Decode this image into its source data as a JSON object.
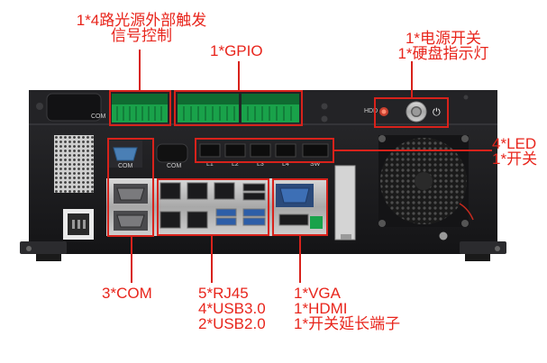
{
  "callouts": {
    "trigger_line1": "1*4路光源外部触发",
    "trigger_line2": "信号控制",
    "gpio": "1*GPIO",
    "power_line1": "1*电源开关",
    "power_line2": "1*硬盘指示灯",
    "led_line1": "4*LED",
    "led_line2": "1*开关",
    "com": "3*COM",
    "net_line1": "5*RJ45",
    "net_line2": "4*USB3.0",
    "net_line3": "2*USB2.0",
    "video_line1": "1*VGA",
    "video_line2": "1*HDMI",
    "video_line3": "1*开关延长端子"
  },
  "chassis_labels": {
    "com_top": "COM",
    "com_a": "COM",
    "com_b": "COM",
    "hdd": "HDD",
    "l1": "L1",
    "l2": "L2",
    "l3": "L3",
    "l4": "L4",
    "sw": "SW"
  },
  "colors": {
    "accent": "#d8221b",
    "chassis": "#1c1c1e"
  }
}
